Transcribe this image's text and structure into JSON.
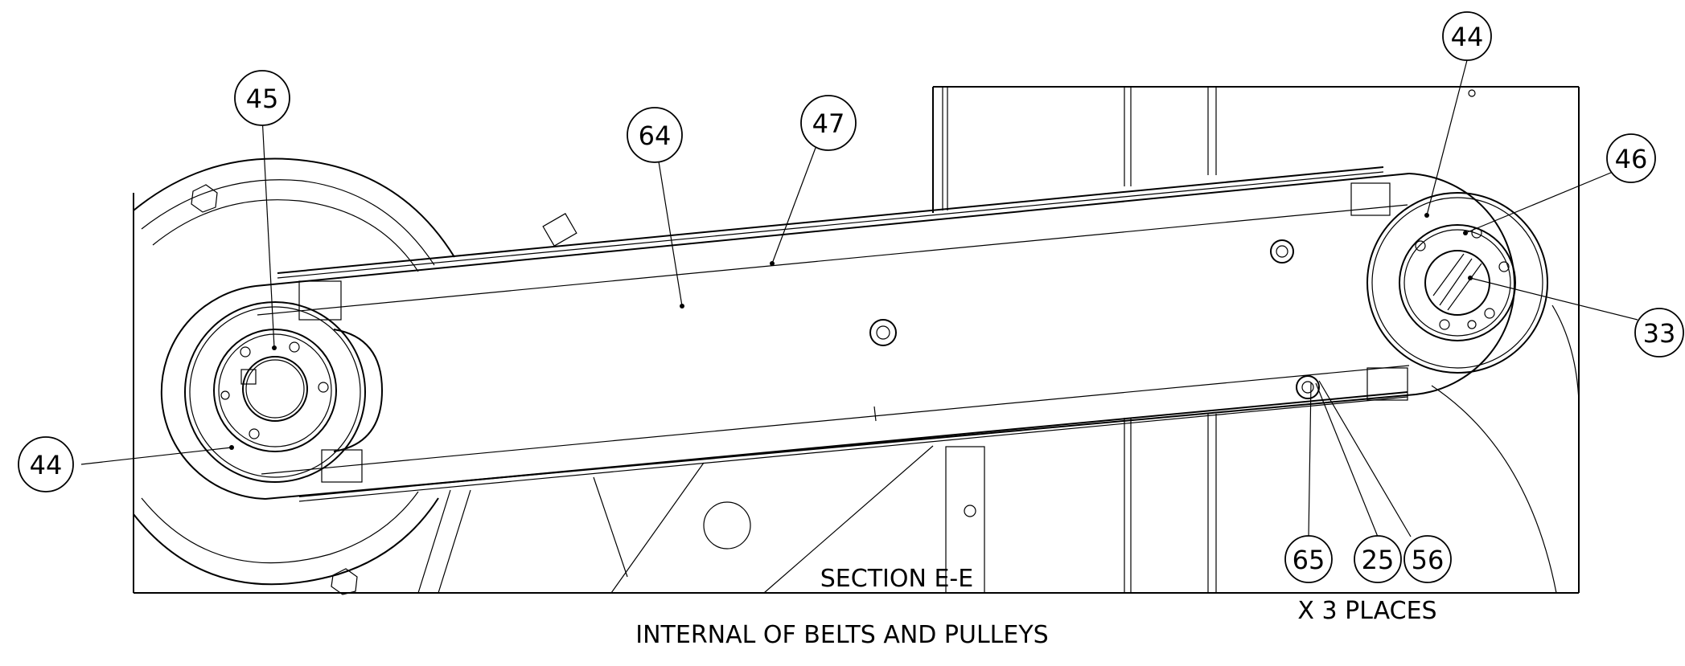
{
  "balloons": {
    "b44_top": "44",
    "b45": "45",
    "b64": "64",
    "b47": "47",
    "b46": "46",
    "b33": "33",
    "b44_left": "44",
    "b65": "65",
    "b25": "25",
    "b56": "56"
  },
  "notes": {
    "places": "X 3 PLACES",
    "section_label": "SECTION E-E",
    "title": "INTERNAL OF BELTS AND PULLEYS"
  }
}
